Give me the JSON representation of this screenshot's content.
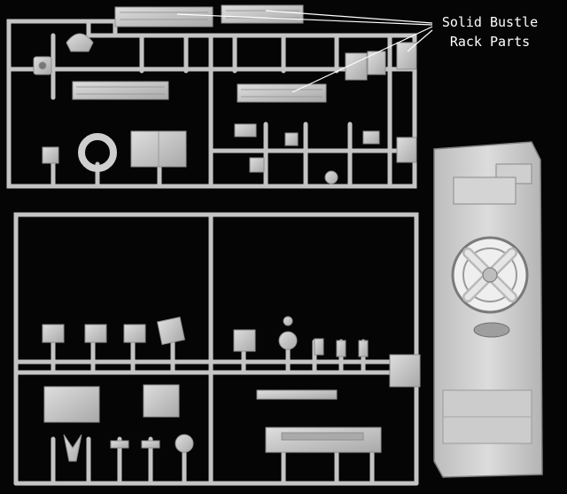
{
  "photo": {
    "subject": "plastic model kit sprues"
  },
  "annotation": {
    "line1": "Solid Bustle",
    "line2": "Rack Parts"
  },
  "colors": {
    "background": "#050505",
    "plastic": "#c9c9c9",
    "plastic_shadow": "#8f8f8f",
    "annotation_text": "#ffffff",
    "leader_line": "#ffffff"
  }
}
